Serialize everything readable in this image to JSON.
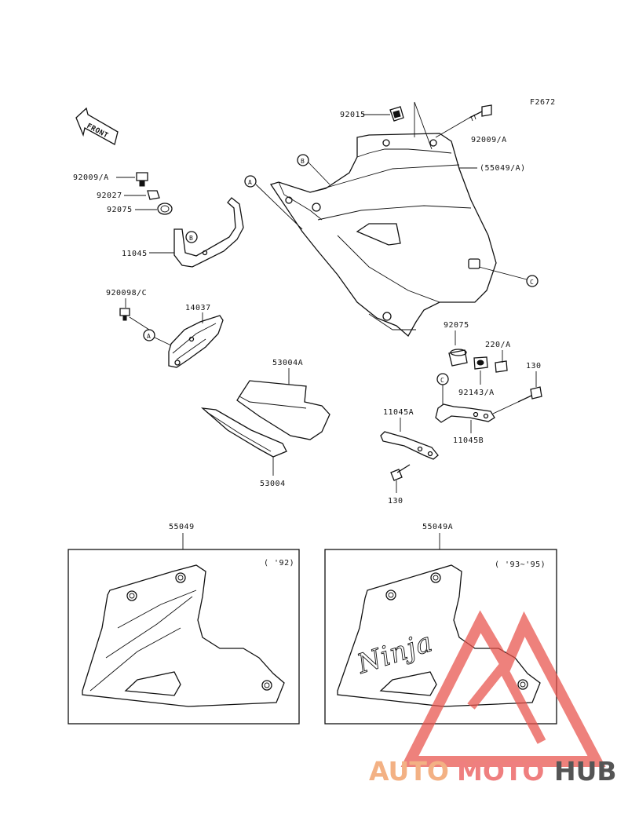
{
  "figure_code": "F2672",
  "front_label": "FRONT",
  "parts": {
    "p92015": "92015",
    "p92009a_top": "92009/A",
    "p55049a_paren": "(55049/A)",
    "p92009a_left": "92009/A",
    "p92027": "92027",
    "p92075_left": "92075",
    "p11045": "11045",
    "p92009b": "920098/C",
    "p14037": "14037",
    "p53004a": "53004A",
    "p53004": "53004",
    "p92075_right": "92075",
    "p220a": "220/A",
    "p92143a": "92143/A",
    "p130_right": "130",
    "p11045a": "11045A",
    "p11045b": "11045B",
    "p130_bottom": "130",
    "p55049": "55049",
    "p55049a": "55049A"
  },
  "ref_markers": {
    "a": "A",
    "b": "B",
    "c": "C"
  },
  "variants": {
    "left_year": "( '92)",
    "right_year": "( '93~'95)",
    "ninja_text": "Ninja"
  },
  "watermark": {
    "part1": "AUTO",
    "part2": "MOTO",
    "part3": "HUB",
    "color1": "#f3b184",
    "color2": "#ef7f7f",
    "color3": "#555555",
    "logo_color": "#e8524a"
  }
}
